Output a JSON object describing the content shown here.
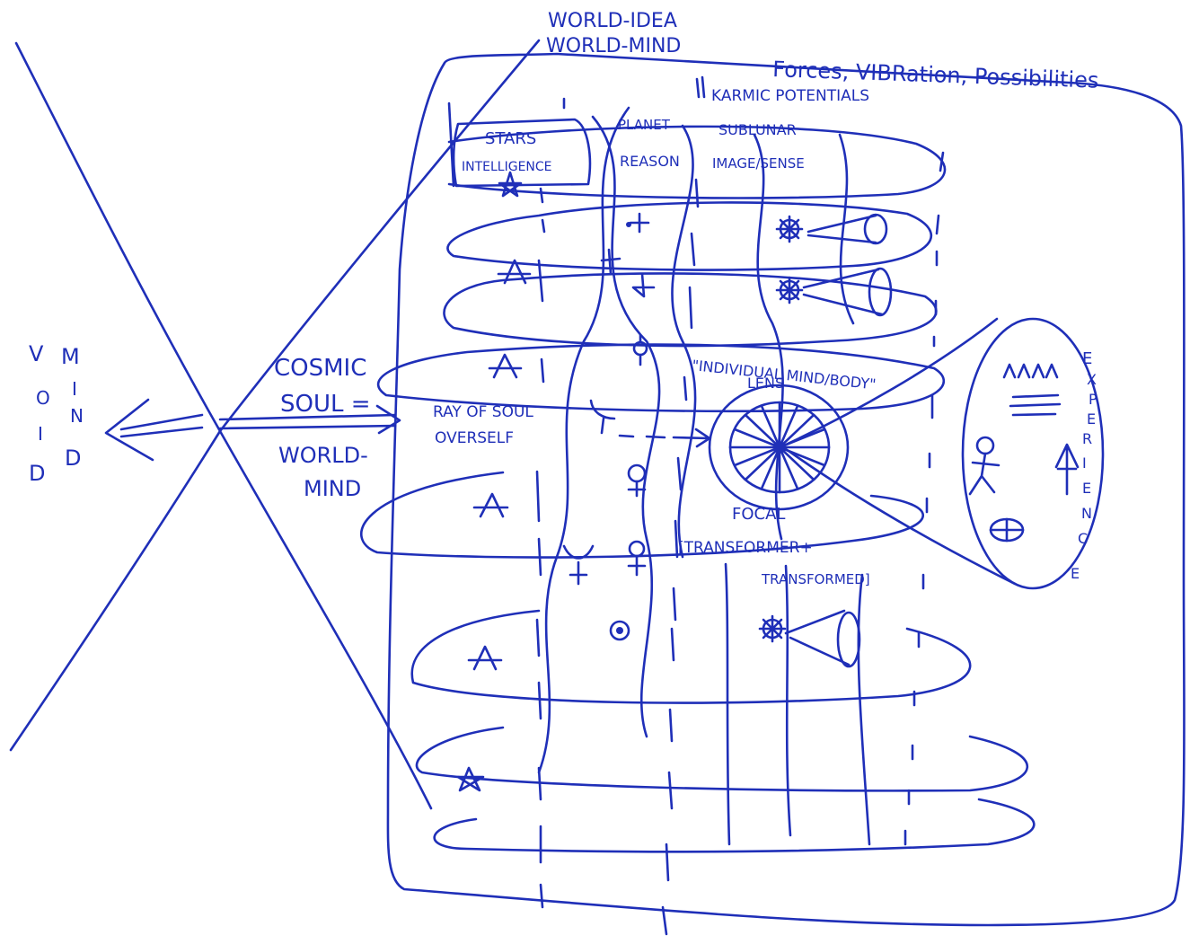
{
  "ink_color": "#1f2fb8",
  "paper_color": "#ffffff",
  "header": {
    "world_idea": "WORLD-IDEA",
    "world_mind": "WORLD-MIND",
    "forces": "Forces, VIBRation, Possibilities",
    "karmic": "KARMIC POTENTIALS"
  },
  "spheres": {
    "stars": "STARS",
    "intelligence": "INTELLIGENCE",
    "planet": "PLANET",
    "reason": "REASON",
    "sublunar": "SUBLUNAR",
    "image_sense": "IMAGE/SENSE"
  },
  "left": {
    "void_letters": [
      "V",
      "O",
      "I",
      "D"
    ],
    "mind_letters": [
      "M",
      "I",
      "N",
      "D"
    ],
    "cosmic": "COSMIC",
    "soul": "SOUL =",
    "world": "WORLD-",
    "mind": "MIND"
  },
  "center": {
    "ray_of_soul": "RAY OF SOUL",
    "overself": "OVERSELF",
    "individual": "\"INDIVIDUAL MIND/BODY\"",
    "lens": "LENS",
    "focal": "FOCAL",
    "transformer": "[TRANSFORMER+",
    "transformed": "TRANSFORMED]"
  },
  "experience_letters": [
    "E",
    "X",
    "P",
    "E",
    "R",
    "I",
    "E",
    "N",
    "C",
    "E"
  ],
  "glyph_icons": [
    "star-glyph-icon",
    "jupiter-glyph-icon",
    "saturn-glyph-icon",
    "mars-glyph-icon",
    "venus-glyph-icon",
    "mercury-glyph-icon",
    "moon-glyph-icon",
    "sun-glyph-icon",
    "eye-icon",
    "stick-figure-icon"
  ]
}
